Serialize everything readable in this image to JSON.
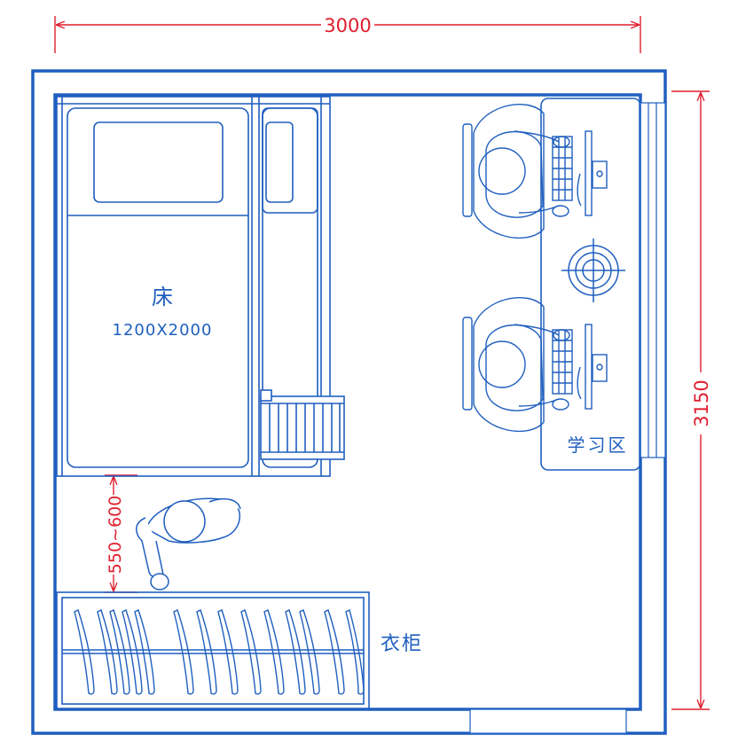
{
  "colors": {
    "line": "#1f5fbf",
    "wall": "#1f5fbf",
    "dimension": "#e01e2e",
    "background": "#ffffff"
  },
  "dimensions": {
    "width": "3000",
    "depth": "3150",
    "aisle": "550~600"
  },
  "labels": {
    "bed_name": "床",
    "bed_size": "1200X2000",
    "study_zone": "学习区",
    "wardrobe": "衣柜"
  },
  "icons": {
    "bed": "bed-icon",
    "desk_person": "person-at-desk-icon",
    "standing_person": "person-topview-icon",
    "chair": "chair-icon",
    "keyboard": "keyboard-icon",
    "monitor": "monitor-icon",
    "lamp": "lamp-icon",
    "hanger": "hanger-icon",
    "ladder": "ladder-icon",
    "window": "window-icon",
    "door": "door-icon"
  }
}
